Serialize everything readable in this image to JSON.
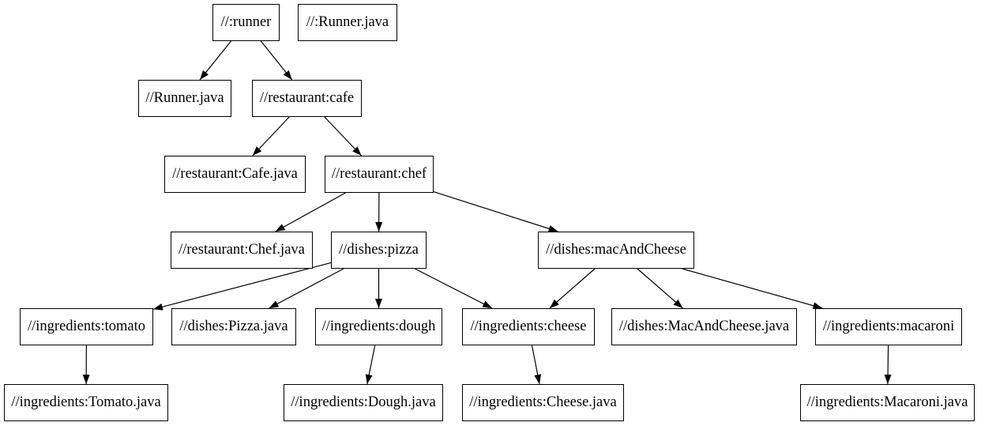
{
  "diagram": {
    "type": "dependency-graph",
    "background_color": "#ffffff",
    "node_fill_color": "#ffffff",
    "node_border_color": "#000000",
    "text_color": "#000000",
    "edge_color": "#000000",
    "nodes": [
      {
        "id": "runner",
        "label": "//:runner"
      },
      {
        "id": "runner-java-target",
        "label": "//:Runner.java"
      },
      {
        "id": "runner-java",
        "label": "//Runner.java"
      },
      {
        "id": "cafe",
        "label": "//restaurant:cafe"
      },
      {
        "id": "cafe-java",
        "label": "//restaurant:Cafe.java"
      },
      {
        "id": "chef",
        "label": "//restaurant:chef"
      },
      {
        "id": "chef-java",
        "label": "//restaurant:Chef.java"
      },
      {
        "id": "pizza",
        "label": "//dishes:pizza"
      },
      {
        "id": "macandcheese",
        "label": "//dishes:macAndCheese"
      },
      {
        "id": "tomato",
        "label": "//ingredients:tomato"
      },
      {
        "id": "pizza-java",
        "label": "//dishes:Pizza.java"
      },
      {
        "id": "dough",
        "label": "//ingredients:dough"
      },
      {
        "id": "cheese",
        "label": "//ingredients:cheese"
      },
      {
        "id": "macandcheese-java",
        "label": "//dishes:MacAndCheese.java"
      },
      {
        "id": "macaroni",
        "label": "//ingredients:macaroni"
      },
      {
        "id": "tomato-java",
        "label": "//ingredients:Tomato.java"
      },
      {
        "id": "dough-java",
        "label": "//ingredients:Dough.java"
      },
      {
        "id": "cheese-java",
        "label": "//ingredients:Cheese.java"
      },
      {
        "id": "macaroni-java",
        "label": "//ingredients:Macaroni.java"
      }
    ],
    "edges": [
      {
        "from": "runner",
        "to": "runner-java"
      },
      {
        "from": "runner",
        "to": "cafe"
      },
      {
        "from": "cafe",
        "to": "cafe-java"
      },
      {
        "from": "cafe",
        "to": "chef"
      },
      {
        "from": "chef",
        "to": "chef-java"
      },
      {
        "from": "chef",
        "to": "pizza"
      },
      {
        "from": "chef",
        "to": "macandcheese"
      },
      {
        "from": "pizza",
        "to": "tomato"
      },
      {
        "from": "pizza",
        "to": "pizza-java"
      },
      {
        "from": "pizza",
        "to": "dough"
      },
      {
        "from": "pizza",
        "to": "cheese"
      },
      {
        "from": "macandcheese",
        "to": "cheese"
      },
      {
        "from": "macandcheese",
        "to": "macandcheese-java"
      },
      {
        "from": "macandcheese",
        "to": "macaroni"
      },
      {
        "from": "tomato",
        "to": "tomato-java"
      },
      {
        "from": "dough",
        "to": "dough-java"
      },
      {
        "from": "cheese",
        "to": "cheese-java"
      },
      {
        "from": "macaroni",
        "to": "macaroni-java"
      }
    ]
  }
}
